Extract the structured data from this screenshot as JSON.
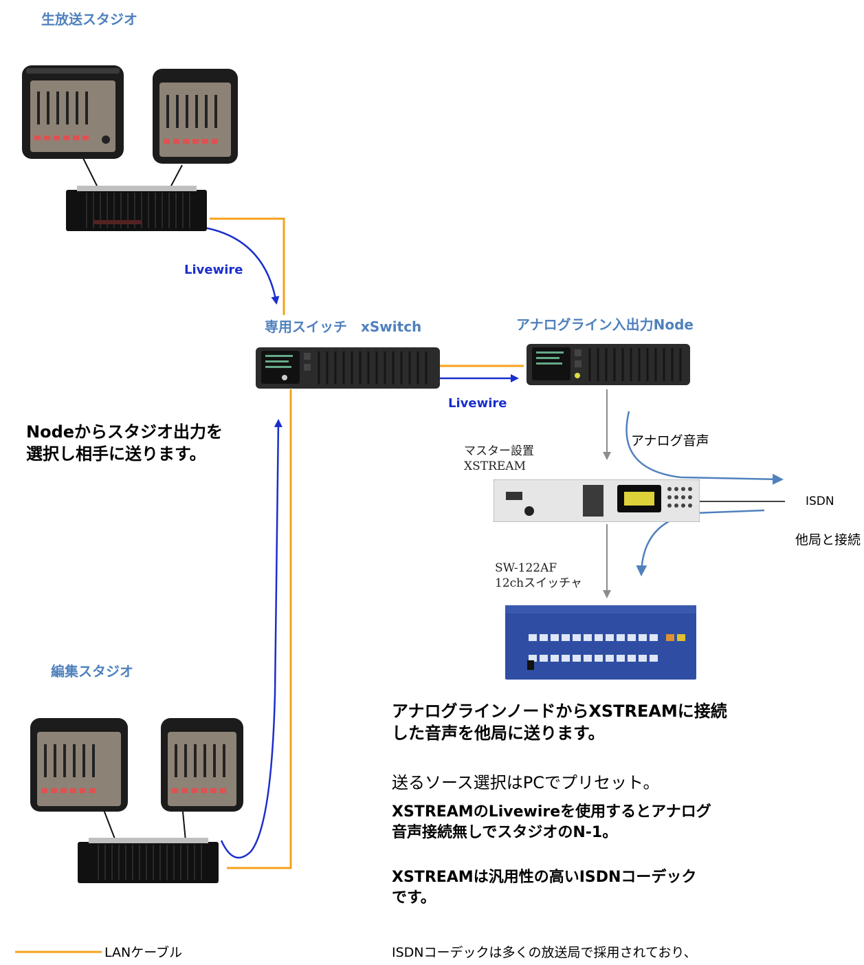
{
  "titles": {
    "live_studio": "生放送スタジオ",
    "edit_studio": "編集スタジオ",
    "xswitch": "専用スイッチ　xSwitch",
    "analog_node": "アナログライン入出力Node"
  },
  "links": {
    "livewire_top": "Livewire",
    "livewire_mid": "Livewire"
  },
  "left_text": [
    "Nodeからスタジオ出力を",
    "選択し相手に送ります。"
  ],
  "right_labels": {
    "analog_audio": "アナログ音声",
    "isdn": "ISDN",
    "other_station": "他局と接続",
    "xstream_caption": [
      "マスター設置",
      "XSTREAM"
    ],
    "switcher_caption": [
      "SW-122AF",
      "12chスイッチャ"
    ]
  },
  "bottom_text": {
    "p1": [
      "アナログラインノードからXSTREAMに接続",
      "した音声を他局に送ります。"
    ],
    "p2": "送るソース選択はPCでプリセット。",
    "p3": [
      "XSTREAMのLivewireを使用するとアナログ",
      "音声接続無しでスタジオのN-1。"
    ],
    "p4": [
      "XSTREAMは汎用性の高いISDNコーデック",
      "です。"
    ],
    "p5": "ISDNコーデックは多くの放送局で採用されており、"
  },
  "legend": {
    "lan": "LANケーブル"
  },
  "colors": {
    "lan_orange": "#f7a11a",
    "livewire_blue": "#1a2ecc",
    "audio_blue": "#4f81bd",
    "gray_arrow": "#8c8c8c"
  }
}
